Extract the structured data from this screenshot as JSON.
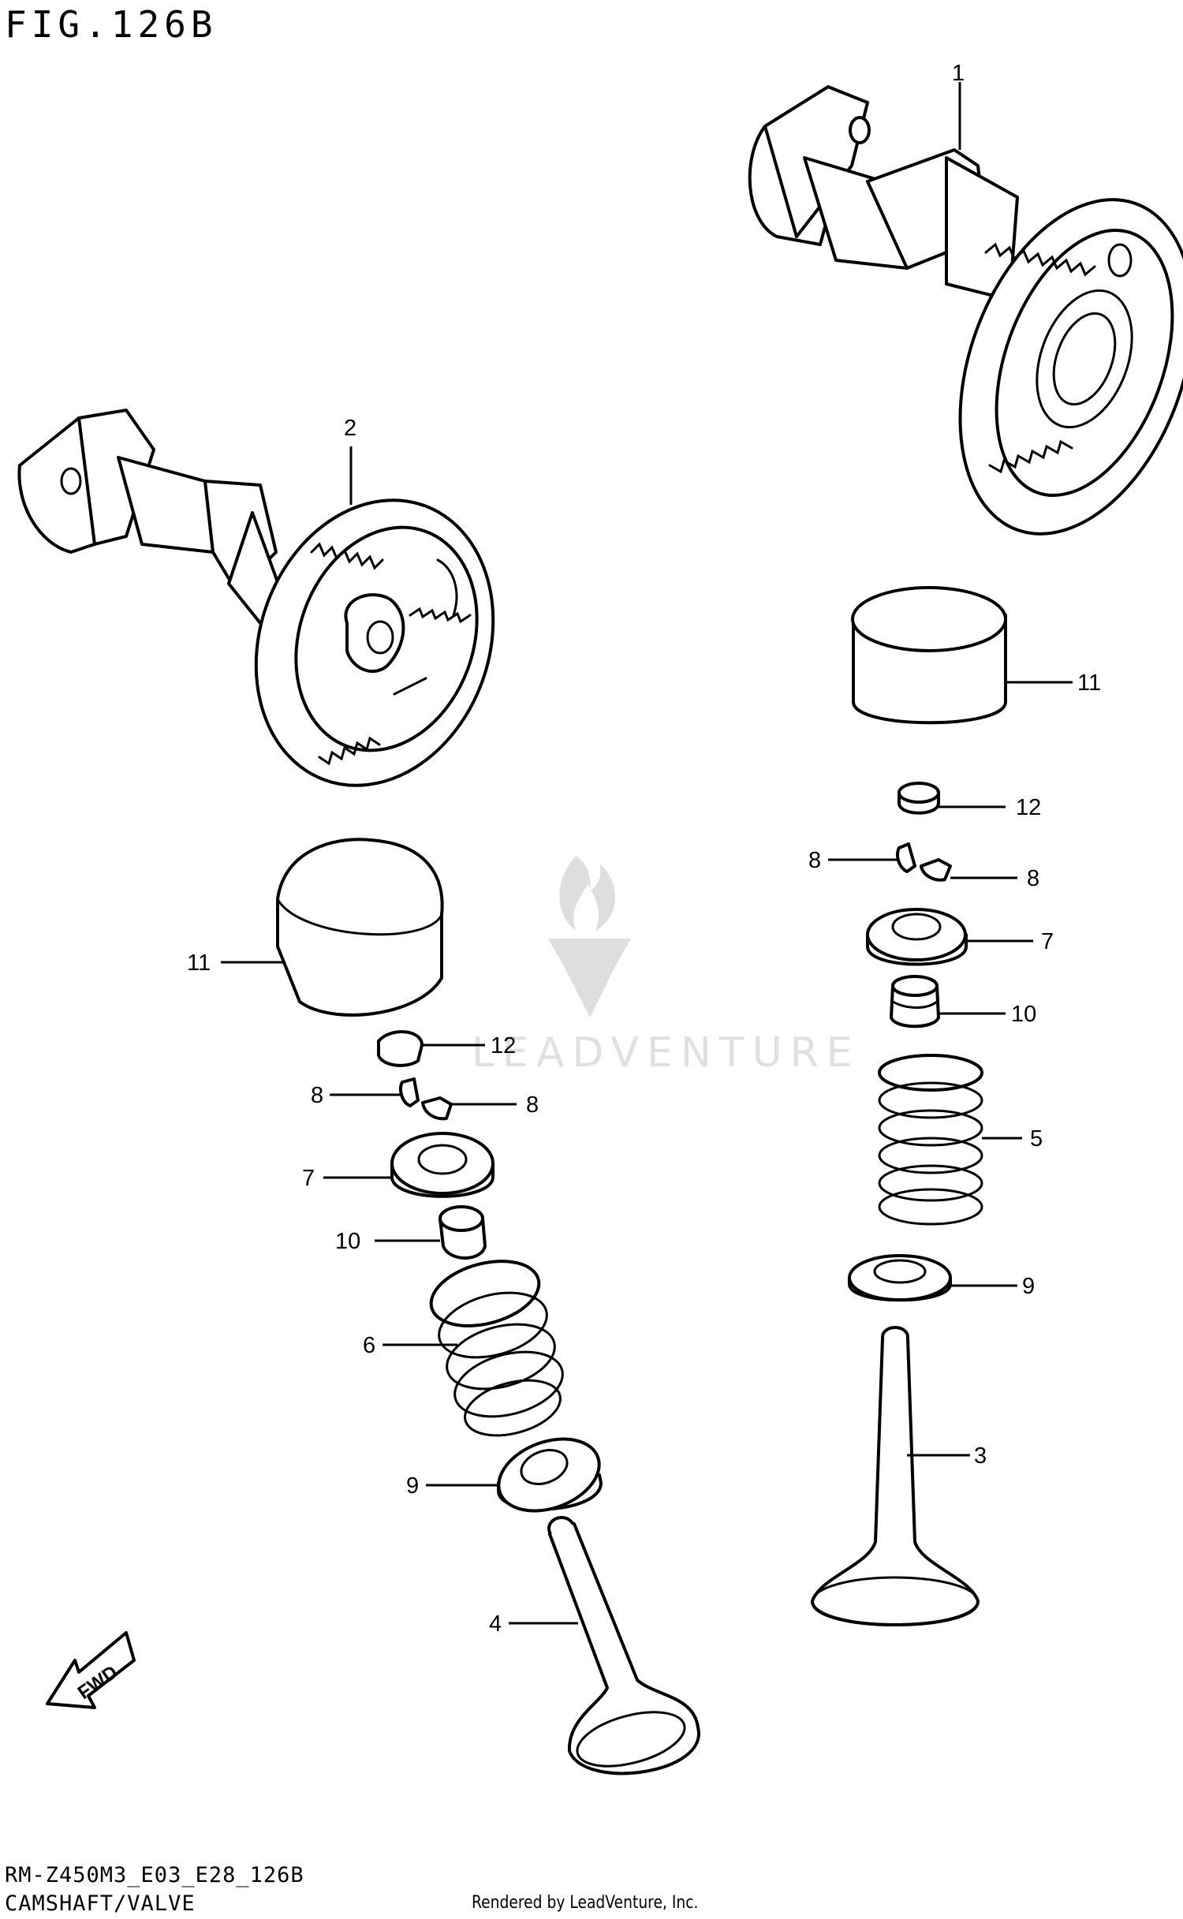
{
  "figure_title": "FIG.126B",
  "footer": {
    "model_code": "RM-Z450M3_E03_E28_126B",
    "assembly_name": "CAMSHAFT/VALVE",
    "credit": "Rendered by LeadVenture, Inc."
  },
  "watermark": {
    "text": "LEADVENTURE"
  },
  "fwd_label": "FWD",
  "callouts": {
    "c1": "1",
    "c2": "2",
    "c3": "3",
    "c4": "4",
    "c5": "5",
    "c6": "6",
    "c7a": "7",
    "c7b": "7",
    "c8a": "8",
    "c8b": "8",
    "c8c": "8",
    "c8d": "8",
    "c9a": "9",
    "c9b": "9",
    "c10a": "10",
    "c10b": "10",
    "c11a": "11",
    "c11b": "11",
    "c12a": "12",
    "c12b": "12"
  }
}
